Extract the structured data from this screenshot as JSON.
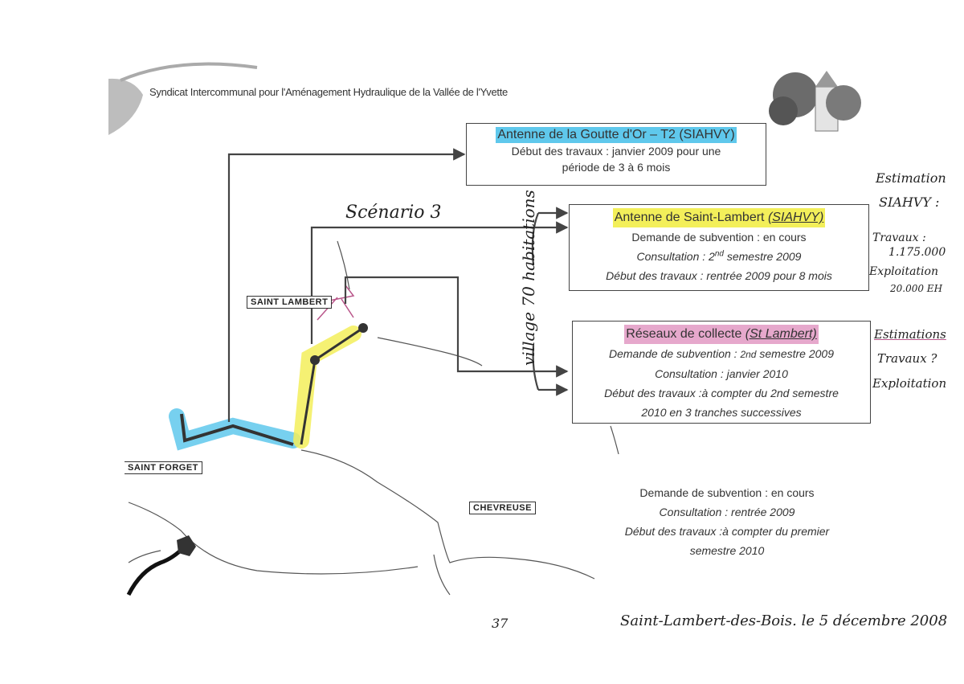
{
  "header": {
    "organization": "Syndicat Intercommunal pour l'Aménagement Hydraulique de la Vallée de l'Yvette"
  },
  "boxes": {
    "goutte": {
      "title": "Antenne de la Goutte d'Or – T2 (SIAHVY)",
      "line1": "Début des travaux : janvier 2009 pour une",
      "line2": "période de 3 à 6 mois"
    },
    "lambert": {
      "title_main": "Antenne de Saint-Lambert ",
      "title_paren": "(SIAHVY)",
      "line1": "Demande de subvention : en cours",
      "line2_a": "Consultation : 2",
      "line2_sup": "nd",
      "line2_b": " semestre 2009",
      "line3": "Début des travaux : rentrée 2009 pour 8 mois"
    },
    "reseaux": {
      "title_main": "Réseaux de collecte ",
      "title_paren": "(St Lambert)",
      "line1_a": "Demande de subvention : ",
      "line1_b": "2nd",
      "line1_c": " semestre 2009",
      "line2": "Consultation : janvier 2010",
      "line3": "Début des travaux :à compter du 2nd semestre",
      "line4": "2010  en 3 tranches successives"
    }
  },
  "free_text": {
    "line1": "Demande de subvention : en cours",
    "line2": "Consultation : rentrée 2009",
    "line3": "Début des travaux :à compter du premier",
    "line4": "semestre 2010"
  },
  "places": {
    "saint_lambert": "SAINT LAMBERT",
    "saint_forget": "SAINT FORGET",
    "chevreuse": "CHEVREUSE"
  },
  "handwritten": {
    "scenario": "Scénario 3",
    "village": "village 70 habitations",
    "estimation_title": "Estimation",
    "estimation_org": "SIAHVY :",
    "travaux_label": "Travaux :",
    "travaux_value": "1.175.000",
    "exploitation_label": "Exploitation",
    "exploitation_value": "20.000 EH",
    "estimations2": "Estimations",
    "travaux2": "Travaux ?",
    "exploitation2": "Exploitation",
    "page_number": "37",
    "signature": "Saint-Lambert-des-Bois. le 5 décembre 2008"
  },
  "colors": {
    "highlight_blue": "#5fc8ec",
    "highlight_yellow": "#f3ef5a",
    "highlight_pink": "#e6a8cc",
    "arrow": "#444444"
  }
}
